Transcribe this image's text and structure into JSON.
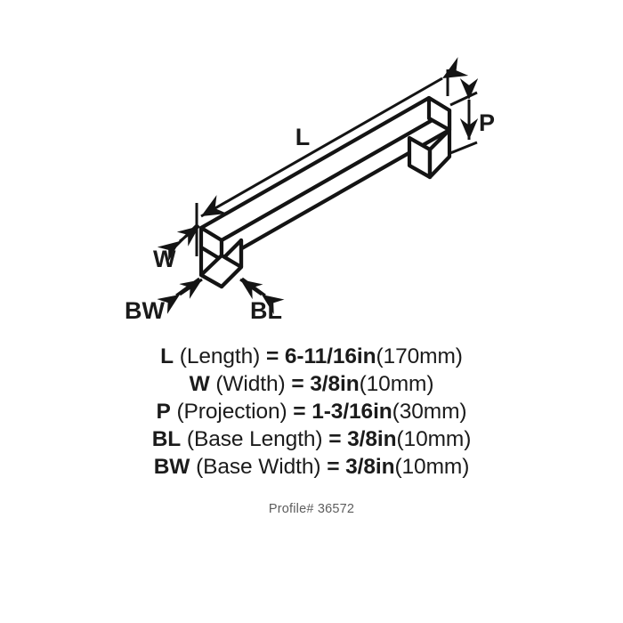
{
  "drawing": {
    "title": "cabinet-pull-handle-isometric-dimension-drawing",
    "line_color": "#141414",
    "fill_color": "#ffffff",
    "labels": {
      "length": "L",
      "width": "W",
      "projection": "P",
      "base_length": "BL",
      "base_width": "BW"
    }
  },
  "specs": [
    {
      "symbol": "L",
      "name": "(Length)",
      "equals": "=",
      "inches": "6-11/16in",
      "millimeters": "(170mm)"
    },
    {
      "symbol": "W",
      "name": "(Width)",
      "equals": "=",
      "inches": "3/8in",
      "millimeters": "(10mm)"
    },
    {
      "symbol": "P",
      "name": "(Projection)",
      "equals": "=",
      "inches": "1-3/16in",
      "millimeters": "(30mm)"
    },
    {
      "symbol": "BL",
      "name": "(Base Length)",
      "equals": "=",
      "inches": "3/8in",
      "millimeters": "(10mm)"
    },
    {
      "symbol": "BW",
      "name": "(Base Width)",
      "equals": "=",
      "inches": "3/8in",
      "millimeters": "(10mm)"
    }
  ],
  "profile": {
    "label": "Profile# 36572"
  }
}
